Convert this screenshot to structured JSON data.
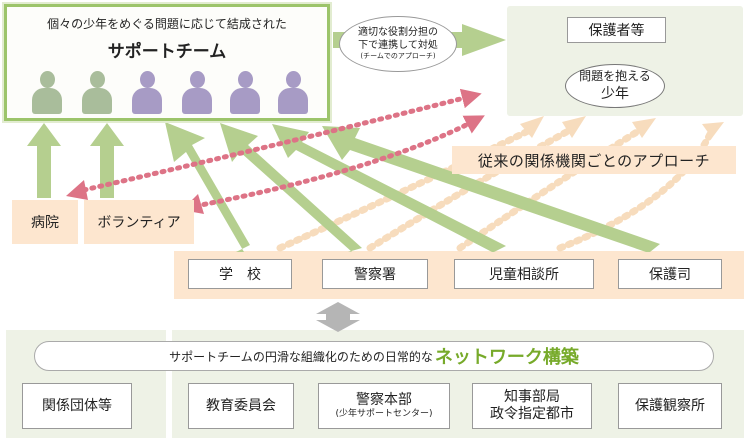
{
  "support_team": {
    "subtitle": "個々の少年をめぐる問題に応じて結成された",
    "title": "サポートチーム",
    "member_colors": [
      "#a9bd9b",
      "#a9bd9b",
      "#a79bc5",
      "#a79bc5",
      "#a79bc5",
      "#a79bc5"
    ]
  },
  "role_bubble": {
    "line1": "適切な役割分担の",
    "line2": "下で連携して対処",
    "line3": "(チームでのアプローチ)"
  },
  "family": {
    "guardian": "保護者等",
    "boy_line1": "問題を抱える",
    "boy_line2": "少年"
  },
  "traditional_approach": "従来の関係機関ごとのアプローチ",
  "local": {
    "hospital": "病院",
    "volunteer": "ボランティア"
  },
  "agencies": {
    "school": "学　校",
    "police_station": "警察署",
    "child_guidance": "児童相談所",
    "probation_officer": "保護司"
  },
  "network": {
    "prefix": "サポートチームの円滑な組織化のための日常的な",
    "emphasis": "ネットワーク構築"
  },
  "bottom": {
    "related_orgs": "関係団体等",
    "education_board": "教育委員会",
    "police_hq_line1": "警察本部",
    "police_hq_line2": "(少年サポートセンター)",
    "governor_line1": "知事部局",
    "governor_line2": "政令指定都市",
    "probation_office": "保護観察所"
  },
  "colors": {
    "green_arrow": "#b5cf8f",
    "pink_arrow": "#dd7386",
    "peach_arrow": "#f7dcbd",
    "green_border": "#9cc46a",
    "accent_text": "#77aa2a"
  }
}
